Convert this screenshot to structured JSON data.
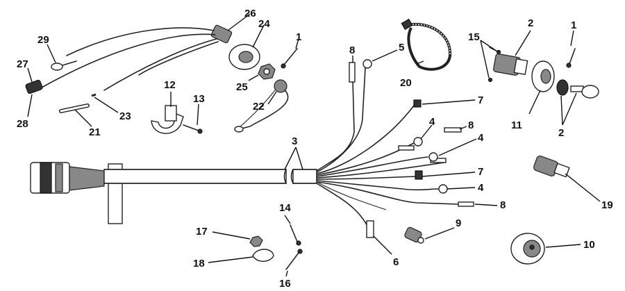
{
  "callouts": [
    {
      "id": "c26",
      "text": "26"
    },
    {
      "id": "c24",
      "text": "24"
    },
    {
      "id": "c1a",
      "text": "1"
    },
    {
      "id": "c29",
      "text": "29"
    },
    {
      "id": "c27",
      "text": "27"
    },
    {
      "id": "c28",
      "text": "28"
    },
    {
      "id": "c25",
      "text": "25"
    },
    {
      "id": "c22",
      "text": "22"
    },
    {
      "id": "c12",
      "text": "12"
    },
    {
      "id": "c13",
      "text": "13"
    },
    {
      "id": "c21",
      "text": "21"
    },
    {
      "id": "c23",
      "text": "23"
    },
    {
      "id": "c8a",
      "text": "8"
    },
    {
      "id": "c5",
      "text": "5"
    },
    {
      "id": "c20",
      "text": "20"
    },
    {
      "id": "c15",
      "text": "15"
    },
    {
      "id": "c2a",
      "text": "2"
    },
    {
      "id": "c1b",
      "text": "1"
    },
    {
      "id": "c11",
      "text": "11"
    },
    {
      "id": "c2b",
      "text": "2"
    },
    {
      "id": "c7a",
      "text": "7"
    },
    {
      "id": "c4a",
      "text": "4"
    },
    {
      "id": "c8b",
      "text": "8"
    },
    {
      "id": "c4b",
      "text": "4"
    },
    {
      "id": "c3",
      "text": "3"
    },
    {
      "id": "c7b",
      "text": "7"
    },
    {
      "id": "c4c",
      "text": "4"
    },
    {
      "id": "c8c",
      "text": "8"
    },
    {
      "id": "c19",
      "text": "19"
    },
    {
      "id": "c14",
      "text": "14"
    },
    {
      "id": "c17",
      "text": "17"
    },
    {
      "id": "c18",
      "text": "18"
    },
    {
      "id": "c16",
      "text": "16"
    },
    {
      "id": "c9",
      "text": "9"
    },
    {
      "id": "c6",
      "text": "6"
    },
    {
      "id": "c10",
      "text": "10"
    }
  ]
}
